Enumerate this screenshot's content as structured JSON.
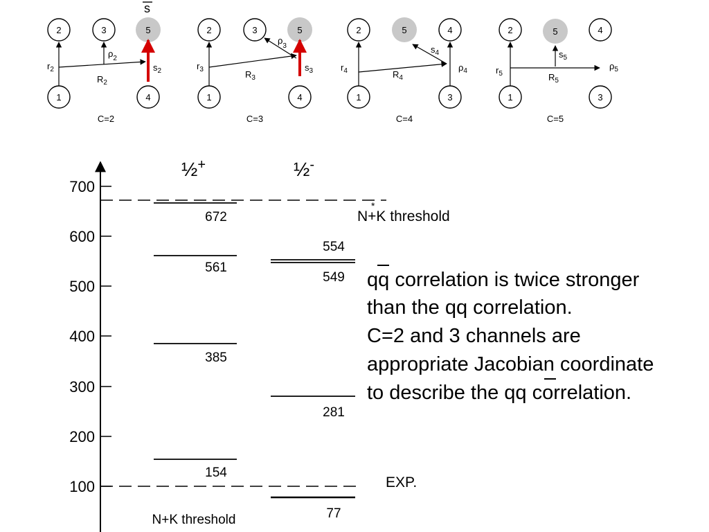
{
  "jacobi": [
    {
      "caption": "C=2",
      "nodes": [
        "1",
        "2",
        "3",
        "4",
        "5"
      ],
      "labels": {
        "r": "r",
        "r_sub": "2",
        "R": "R",
        "R_sub": "2",
        "rho": "ρ",
        "rho_sub": "2",
        "s": "s",
        "s_sub": "2"
      },
      "top_label": "s"
    },
    {
      "caption": "C=3",
      "nodes": [
        "1",
        "2",
        "3",
        "4",
        "5"
      ],
      "labels": {
        "r": "r",
        "r_sub": "3",
        "R": "R",
        "R_sub": "3",
        "rho": "ρ",
        "rho_sub": "3",
        "s": "s",
        "s_sub": "3"
      }
    },
    {
      "caption": "C=4",
      "nodes": [
        "1",
        "2",
        "5",
        "3",
        "4"
      ],
      "labels": {
        "r": "r",
        "r_sub": "4",
        "R": "R",
        "R_sub": "4",
        "rho": "ρ",
        "rho_sub": "4",
        "s": "s",
        "s_sub": "4"
      }
    },
    {
      "caption": "C=5",
      "nodes": [
        "1",
        "2",
        "5",
        "3",
        "4"
      ],
      "labels": {
        "r": "r",
        "r_sub": "5",
        "R": "R",
        "R_sub": "5",
        "rho": "ρ",
        "rho_sub": "5",
        "s": "s",
        "s_sub": "5"
      }
    }
  ],
  "levels": {
    "col_plus_header": "½",
    "col_plus_sup": "+",
    "col_minus_header": "½",
    "col_minus_sup": "-",
    "y_ticks": [
      "700",
      "600",
      "500",
      "400",
      "300",
      "200",
      "100"
    ],
    "plus": [
      "672",
      "561",
      "385",
      "154"
    ],
    "minus": [
      "554",
      "549",
      "281",
      "77"
    ],
    "threshold_upper": "N+K threshold",
    "threshold_upper_star": "*",
    "exp_label": "EXP.",
    "threshold_lower": "N+K threshold",
    "colors": {
      "highlight": "#d40000",
      "node_fill": "#c8c8c8"
    }
  },
  "text": {
    "line1_a": "qq",
    "line1_b": " correlation is twice stronger",
    "line2": "than the qq correlation.",
    "line3": "C=2 and 3 channels are",
    "line4": "appropriate Jacobian coordinate",
    "line5_a": "to describe the ",
    "line5_b": "qq",
    "line5_c": " correlation."
  }
}
